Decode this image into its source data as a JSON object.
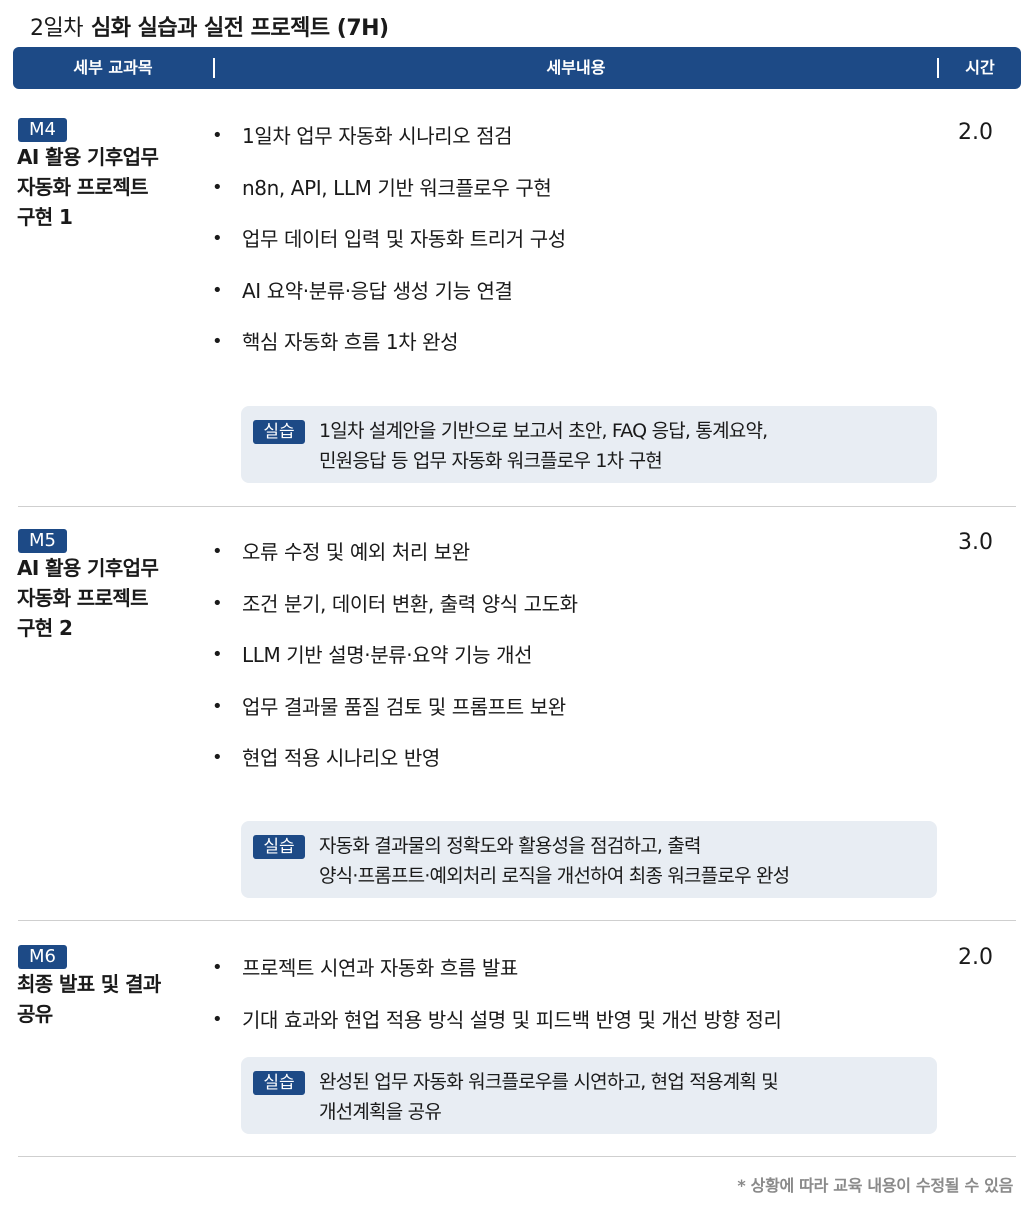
{
  "day_label": "2일차",
  "day_subtitle": "심화 실습과 실전 프로젝트 (7H)",
  "header": {
    "subject": "세부 교과목",
    "content": "세부내용",
    "time": "시간"
  },
  "modules": [
    {
      "code": "M4",
      "title_lines": [
        "AI 활용 기후업무",
        "자동화 프로젝트",
        "구현 1"
      ],
      "hours": "2.0",
      "bullets": [
        "1일차 업무 자동화 시나리오 점검",
        "n8n, API, LLM 기반 워크플로우 구현",
        "업무 데이터 입력 및 자동화 트리거 구성",
        "AI 요약·분류·응답 생성 기능 연결",
        "핵심 자동화 흐름 1차 완성"
      ],
      "practice_label": "실습",
      "practice_lines": [
        "1일차 설계안을 기반으로 보고서 초안, FAQ 응답, 통계요약,",
        "민원응답 등 업무 자동화 워크플로우 1차 구현"
      ]
    },
    {
      "code": "M5",
      "title_lines": [
        "AI 활용 기후업무",
        "자동화 프로젝트",
        "구현 2"
      ],
      "hours": "3.0",
      "bullets": [
        "오류 수정 및 예외 처리 보완",
        "조건 분기, 데이터 변환, 출력 양식 고도화",
        "LLM 기반 설명·분류·요약 기능 개선",
        "업무 결과물 품질 검토 및 프롬프트 보완",
        "현업 적용 시나리오 반영"
      ],
      "practice_label": "실습",
      "practice_lines": [
        "자동화 결과물의 정확도와 활용성을 점검하고, 출력",
        "양식·프롬프트·예외처리 로직을 개선하여 최종 워크플로우 완성"
      ]
    },
    {
      "code": "M6",
      "title_lines": [
        "최종 발표 및 결과",
        "공유"
      ],
      "hours": "2.0",
      "bullets": [
        "프로젝트 시연과 자동화 흐름 발표",
        "기대 효과와 현업 적용 방식 설명 및 피드백 반영 및 개선 방향 정리"
      ],
      "practice_label": "실습",
      "practice_lines": [
        "완성된 업무 자동화 워크플로우를 시연하고, 현업 적용계획 및",
        "개선계획을 공유"
      ]
    }
  ],
  "footnote": "* 상황에 따라 교육 내용이 수정될 수 있음"
}
